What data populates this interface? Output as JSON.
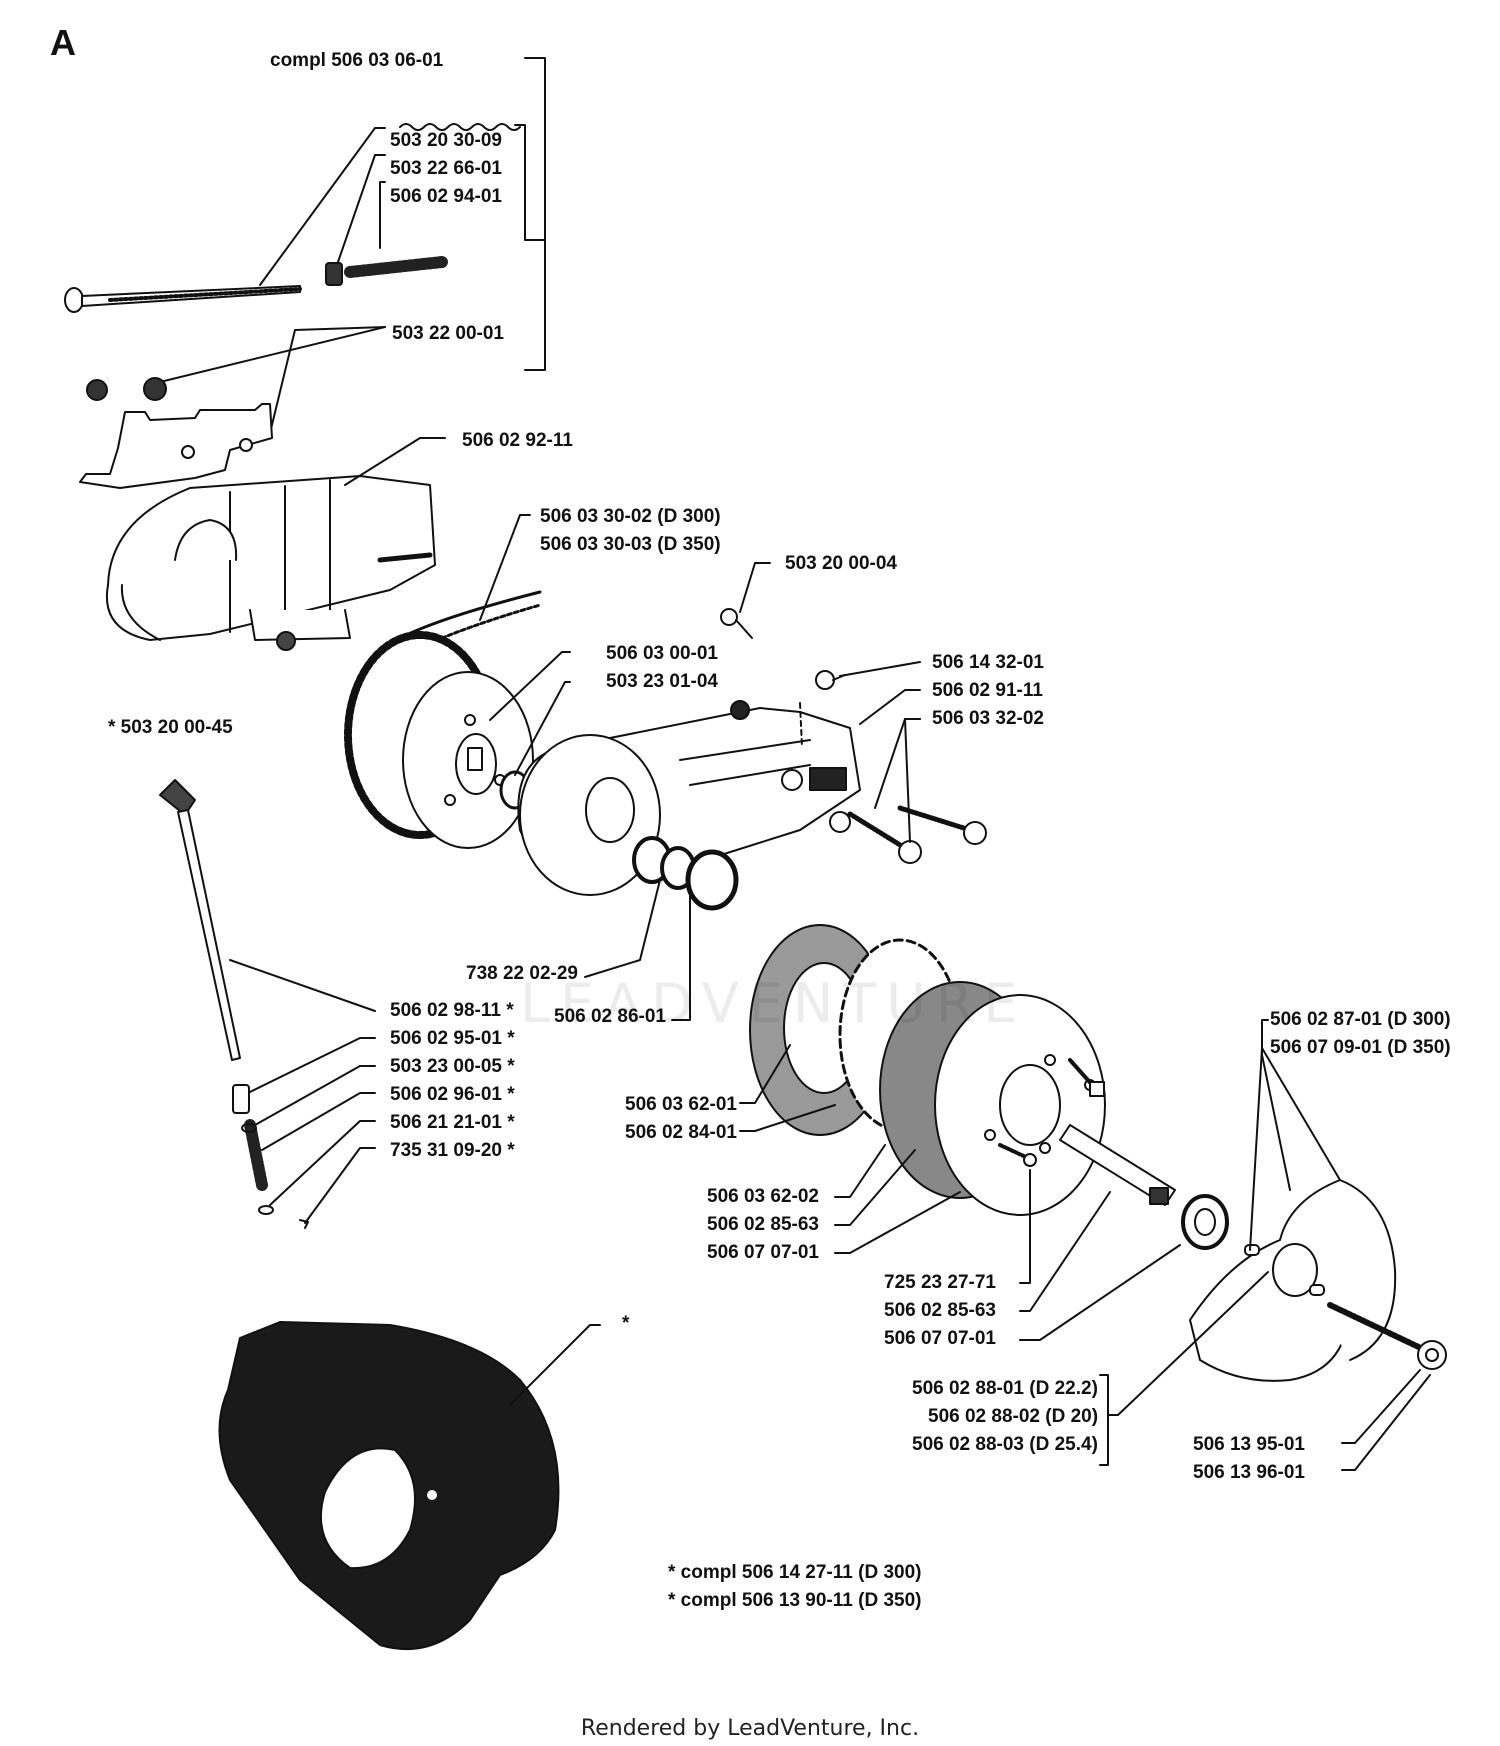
{
  "diagram": {
    "section_letter": "A",
    "watermark": "LEADVENTURE",
    "footer": "Rendered by LeadVenture, Inc.",
    "labels": {
      "compl_main": "compl 506 03 06-01",
      "p_503_20_30_09": "503 20 30-09",
      "p_503_22_66_01": "503 22 66-01",
      "p_506_02_94_01": "506 02 94-01",
      "p_503_22_00_01": "503 22 00-01",
      "p_506_02_92_11": "506 02 92-11",
      "p_506_03_30_02": "506 03 30-02 (D 300)",
      "p_506_03_30_03": "506 03 30-03 (D 350)",
      "p_503_20_00_04": "503 20 00-04",
      "p_506_03_00_01": "506 03 00-01",
      "p_503_23_01_04": "503 23 01-04",
      "p_506_14_32_01": "506 14 32-01",
      "p_506_02_91_11": "506 02 91-11",
      "p_506_03_32_02": "506 03 32-02",
      "p_503_20_00_45": "*  503 20 00-45",
      "p_738_22_02_29": "738 22 02-29",
      "p_506_02_86_01": "506 02 86-01",
      "p_506_02_98_11": "506 02 98-11  *",
      "p_506_02_95_01": "506 02 95-01  *",
      "p_503_23_00_05": "503 23 00-05  *",
      "p_506_02_96_01": "506 02 96-01  *",
      "p_506_21_21_01": "506 21 21-01  *",
      "p_735_31_09_20": "735 31 09-20  *",
      "p_506_02_87_01": "506 02 87-01 (D 300)",
      "p_506_07_09_01": "506 07 09-01 (D 350)",
      "p_506_03_62_01": "506 03 62-01",
      "p_506_02_84_01": "506 02 84-01",
      "p_506_03_62_02": "506 03 62-02",
      "p_506_02_85_63_a": "506 02 85-63",
      "p_506_07_07_01_a": "506 07 07-01",
      "p_725_23_27_71": "725 23 27-71",
      "p_506_02_85_63_b": "506 02 85-63",
      "p_506_07_07_01_b": "506 07 07-01",
      "p_506_02_88_01": "506 02 88-01 (D 22.2)",
      "p_506_02_88_02": "506 02 88-02 (D 20)",
      "p_506_02_88_03": "506 02 88-03 (D 25.4)",
      "p_506_13_95_01": "506 13 95-01",
      "p_506_13_96_01": "506 13 96-01",
      "star_mark": "*",
      "compl_d300": "*  compl 506 14 27-11 (D 300)",
      "compl_d350": "*  compl 506 13 90-11 (D 350)"
    }
  }
}
